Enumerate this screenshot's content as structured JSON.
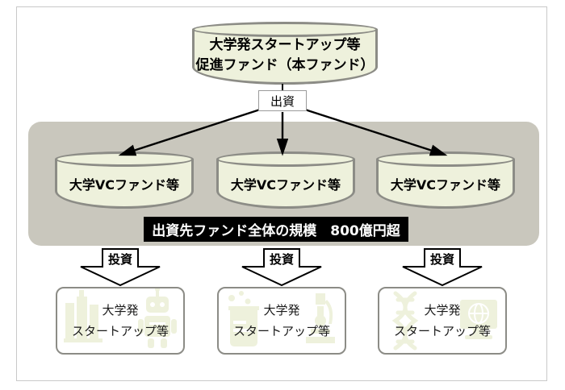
{
  "diagram": {
    "title_fund": {
      "line1": "大学発スタートアップ等",
      "line2": "促進ファンド（本ファンド）"
    },
    "flow_label_investment_from_fund": "出資",
    "vc_funds": [
      {
        "label": "大学VCファンド等"
      },
      {
        "label": "大学VCファンド等"
      },
      {
        "label": "大学VCファンド等"
      }
    ],
    "banner": {
      "text": "出資先ファンド全体の規模　800億円超",
      "background_color": "#000000",
      "text_color": "#ffffff"
    },
    "invest_arrows": [
      {
        "label": "投資"
      },
      {
        "label": "投資"
      },
      {
        "label": "投資"
      }
    ],
    "startups": [
      {
        "line1": "大学発",
        "line2": "スタートアップ等",
        "watermark_left": "campus-building-icon",
        "watermark_right": "robot-icon"
      },
      {
        "line1": "大学発",
        "line2": "スタートアップ等",
        "watermark_left": "beaker-icon",
        "watermark_right": "microscope-icon"
      },
      {
        "line1": "大学発",
        "line2": "スタートアップ等",
        "watermark_left": "dna-helix-icon",
        "watermark_right": "globe-monitor-icon"
      }
    ],
    "colors": {
      "cylinder_fill": "#eef1dc",
      "cylinder_border": "#8c8c86",
      "band_background": "#c9c7bd",
      "box_border": "#8c8c86",
      "watermark": "#eef1dc",
      "frame_border": "#c9c9c9"
    }
  }
}
